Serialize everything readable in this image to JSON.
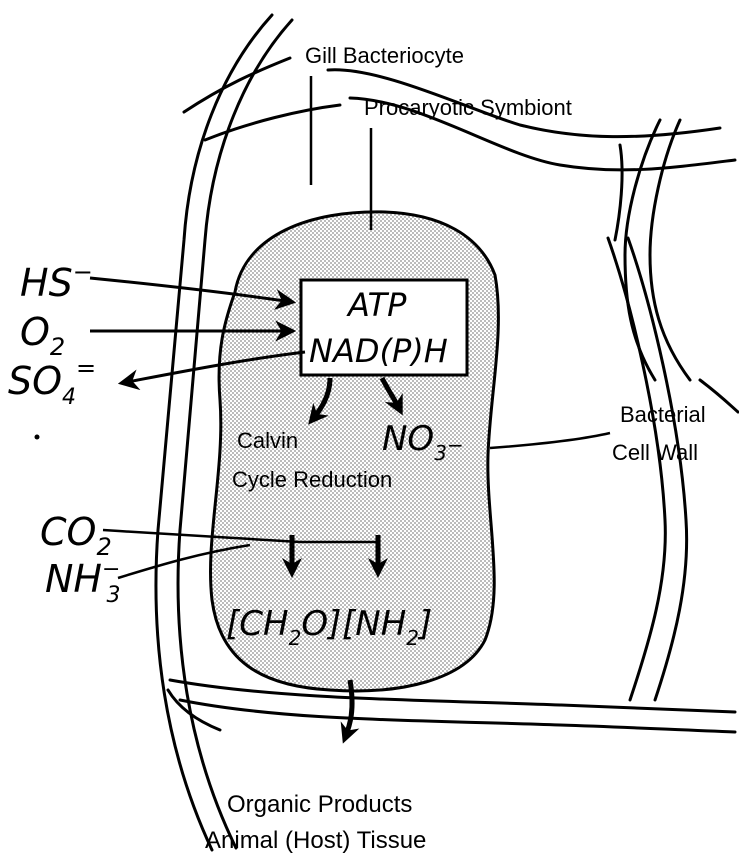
{
  "labels": {
    "gill_bacteriocyte": "Gill Bacteriocyte",
    "procaryotic_symbiont": "Procaryotic Symbiont",
    "bacterial_cell_wall_line1": "Bacterial",
    "bacterial_cell_wall_line2": "Cell Wall",
    "organic_products": "Organic Products",
    "animal_host_tissue": "Animal (Host) Tissue",
    "calvin": "Calvin",
    "cycle_reduction": "Cycle Reduction"
  },
  "energy_box": {
    "atp": "ATP",
    "nadph": "NAD(P)H"
  },
  "inputs": {
    "hs_base": "HS",
    "hs_charge": "−",
    "o2_base": "O",
    "o2_sub": "2",
    "so4_base": "SO",
    "so4_sub": "4",
    "so4_charge": "=",
    "co2_base": "CO",
    "co2_sub": "2",
    "nh3_base": "NH",
    "nh3_sub": "3",
    "nh3_charge": "−"
  },
  "nitrate": {
    "base": "NO",
    "sub": "3",
    "charge": "−"
  },
  "products": {
    "carb_open": "[",
    "carb_base": "CH",
    "carb_sub": "2",
    "carb_tail": "O]",
    "amine_open": "[",
    "amine_base": "NH",
    "amine_sub": "2",
    "amine_close": "]"
  },
  "colors": {
    "stroke": "#000000",
    "stipple": "#9a9a9a",
    "background": "#ffffff"
  }
}
